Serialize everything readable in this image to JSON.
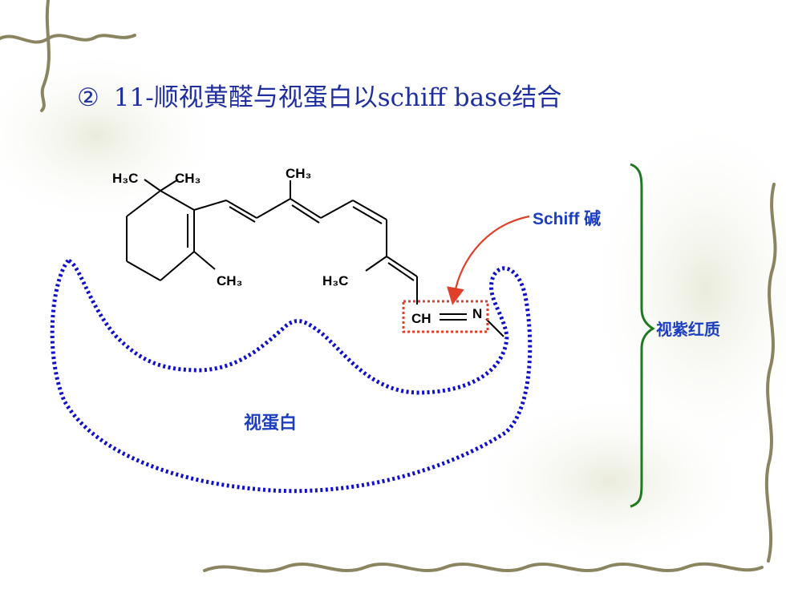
{
  "title": {
    "marker": "②",
    "text": "11-顺视黄醛与视蛋白以schiff base结合"
  },
  "structure": {
    "groups": {
      "h3c_top": "H3C",
      "ch3_top_right": "CH3",
      "ch3_chain": "CH3",
      "ch3_ring": "CH3",
      "h3c_chain": "H3C",
      "ch_group": "CH",
      "n_atom": "N"
    }
  },
  "labels": {
    "schiff": "Schiff 碱",
    "opsin": "视蛋白",
    "rhodopsin": "视紫红质"
  },
  "colors": {
    "title": "#1f2fa0",
    "label_blue": "#1c3fc0",
    "protein_outline": "#1010cc",
    "schiff_box": "#e0402a",
    "arrow": "#e0402a",
    "brace": "#1f7a1f",
    "molecule": "#000000"
  }
}
